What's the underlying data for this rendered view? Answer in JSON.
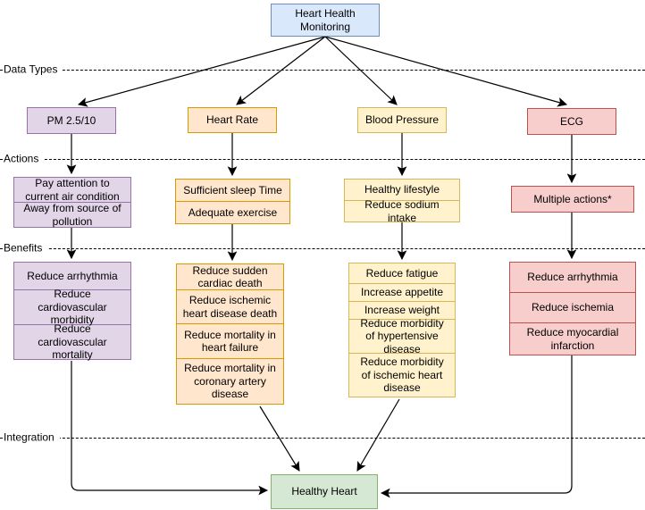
{
  "root": {
    "title": "Heart Health Monitoring",
    "fill": "#dae8fc",
    "border": "#6c8ebf"
  },
  "lanes": {
    "data_types": "Data Types",
    "actions": "Actions",
    "benefits": "Benefits",
    "integration": "Integration"
  },
  "columns": [
    {
      "id": "pm",
      "label": "PM 2.5/10",
      "fill": "#e1d5e7",
      "border": "#9673a6",
      "actions": [
        "Pay attention to current air condition",
        "Away from source of pollution"
      ],
      "benefits": [
        "Reduce arrhythmia",
        "Reduce cardiovascular morbidity",
        "Reduce cardiovascular mortality"
      ]
    },
    {
      "id": "heart_rate",
      "label": "Heart Rate",
      "fill": "#ffe6cc",
      "border": "#d79b00",
      "actions": [
        "Sufficient sleep Time",
        "Adequate exercise"
      ],
      "benefits": [
        "Reduce sudden cardiac death",
        "Reduce ischemic heart disease death",
        "Reduce mortality in heart failure",
        "Reduce mortality in coronary artery disease"
      ]
    },
    {
      "id": "blood_pressure",
      "label": "Blood Pressure",
      "fill": "#fff2cc",
      "border": "#d6b656",
      "actions": [
        "Healthy lifestyle",
        "Reduce sodium intake"
      ],
      "benefits": [
        "Reduce fatigue",
        "Increase appetite",
        "Increase weight",
        "Reduce morbidity of hypertensive disease",
        "Reduce morbidity of ischemic heart disease"
      ]
    },
    {
      "id": "ecg",
      "label": "ECG",
      "fill": "#f8cecc",
      "border": "#b85450",
      "actions": [
        "Multiple actions*"
      ],
      "benefits": [
        "Reduce arrhythmia",
        "Reduce ischemia",
        "Reduce myocardial infarction"
      ]
    }
  ],
  "integration_node": {
    "label": "Healthy Heart",
    "fill": "#d5e8d4",
    "border": "#82b366"
  },
  "edge_color": "#000000"
}
